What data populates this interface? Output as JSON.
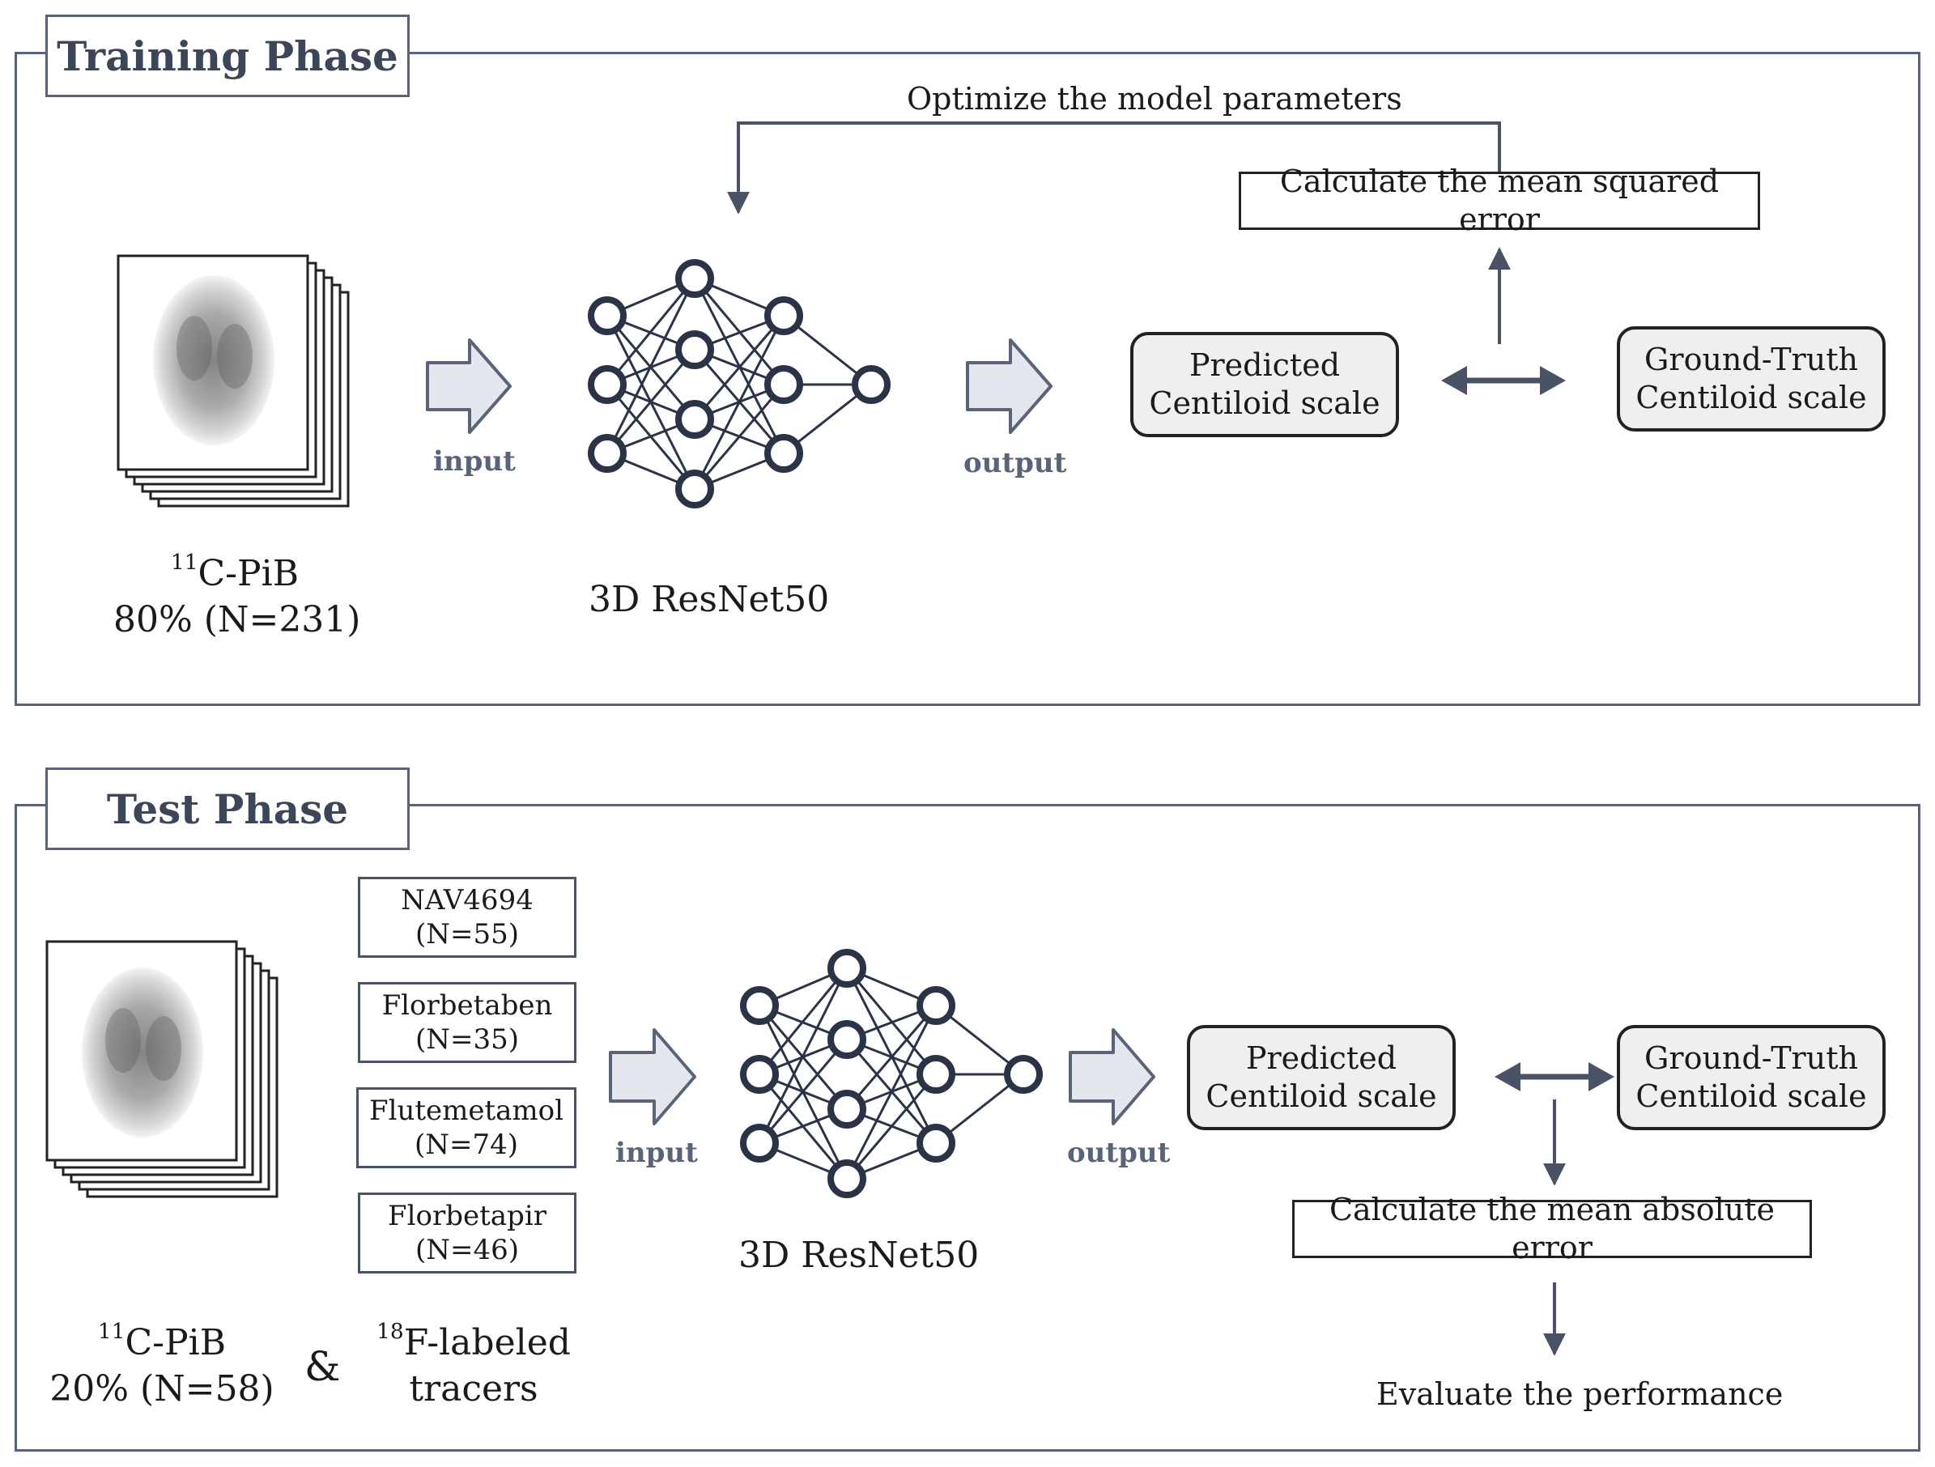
{
  "training": {
    "title": "Training Phase",
    "optimize_label": "Optimize the model parameters",
    "mse_label": "Calculate the mean squared error",
    "predicted": "Predicted\nCentiloid scale",
    "ground_truth": "Ground-Truth\nCentiloid scale",
    "input_label": "input",
    "output_label": "output",
    "model_label": "3D ResNet50",
    "data_sup": "11",
    "data_name": "C-PiB",
    "data_split": "80% (N=231)"
  },
  "test": {
    "title": "Test Phase",
    "tracers": [
      {
        "name": "NAV4694",
        "n": "(N=55)"
      },
      {
        "name": "Florbetaben",
        "n": "(N=35)"
      },
      {
        "name": "Flutemetamol",
        "n": "(N=74)"
      },
      {
        "name": "Florbetapir",
        "n": "(N=46)"
      }
    ],
    "input_label": "input",
    "output_label": "output",
    "model_label": "3D ResNet50",
    "predicted": "Predicted\nCentiloid scale",
    "ground_truth": "Ground-Truth\nCentiloid scale",
    "mae_label": "Calculate the mean absolute error",
    "evaluate_label": "Evaluate the performance",
    "data_sup": "11",
    "data_name": "C-PiB",
    "data_split": "20% (N=58)",
    "ampersand": "&",
    "tracer_sup": "18",
    "tracer_name": "F-labeled",
    "tracer_line2": "tracers"
  },
  "colors": {
    "frame": "#5a6478",
    "arrow_fill": "#e4e7ee",
    "double_arrow": "#4a5266",
    "box_fill": "#efefef"
  }
}
